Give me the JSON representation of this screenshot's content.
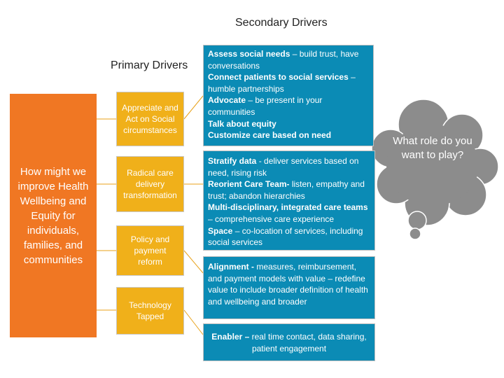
{
  "headers": {
    "secondary": "Secondary Drivers",
    "primary": "Primary Drivers"
  },
  "aim": {
    "text": "How might we improve Health Wellbeing and Equity for individuals, families, and communities"
  },
  "primary_drivers": [
    "Appreciate and Act on Social circumstances",
    "Radical care delivery transformation",
    "Policy and payment reform",
    "Technology Tapped"
  ],
  "secondary_drivers": [
    {
      "items": [
        {
          "bold": "Assess social needs",
          "rest": " – build trust, have conversations"
        },
        {
          "bold": "Connect patients to social services",
          "rest": " – humble partnerships"
        },
        {
          "bold": "Advocate",
          "rest": " – be present in your communities"
        },
        {
          "bold": "Talk about equity",
          "rest": ""
        },
        {
          "bold": "Customize care based on need",
          "rest": ""
        }
      ]
    },
    {
      "items": [
        {
          "bold": "Stratify data",
          "rest": " - deliver services based on need, rising risk"
        },
        {
          "bold": "Reorient Care Team-",
          "rest": " listen, empathy and trust;  abandon hierarchies"
        },
        {
          "bold": "Multi-disciplinary, integrated care teams",
          "rest": " – comprehensive care experience"
        },
        {
          "bold": "Space",
          "rest": " – co-location of services, including social services"
        }
      ]
    },
    {
      "items": [
        {
          "bold": "Alignment -",
          "rest": "  measures, reimbursement, and payment models with value – redefine value to include broader definition of health and wellbeing and broader"
        }
      ]
    },
    {
      "items": [
        {
          "bold": "Enabler –",
          "rest": " real time contact, data sharing, patient engagement"
        }
      ]
    }
  ],
  "cloud": {
    "text": "What role do you want to play?"
  },
  "colors": {
    "aim": "#f07723",
    "primary": "#f0b01a",
    "secondary": "#0b8bb5",
    "cloud": "#8c8c8c",
    "connector": "#e8a21a"
  }
}
